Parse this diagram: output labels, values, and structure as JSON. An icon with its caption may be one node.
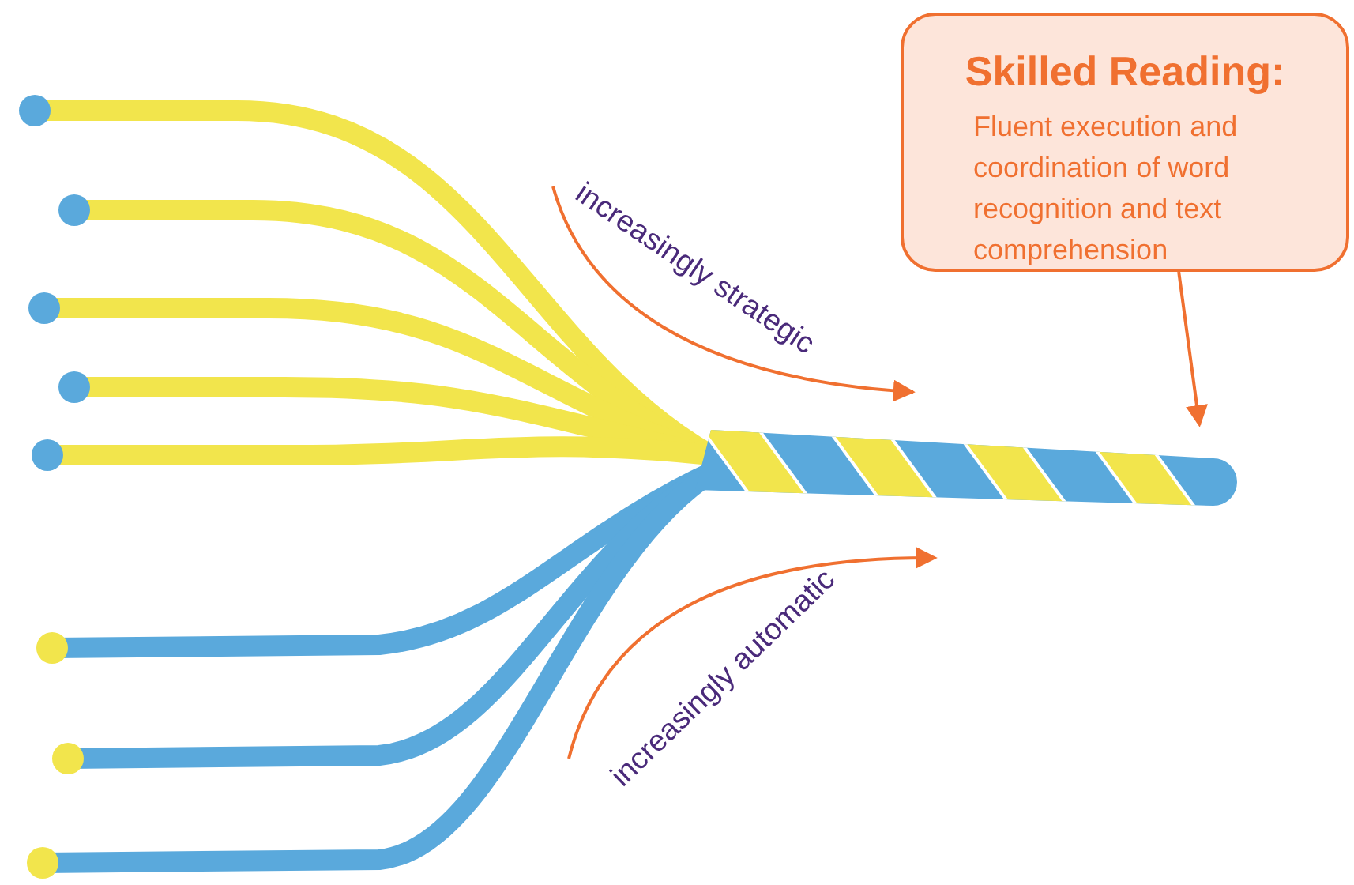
{
  "diagram": {
    "nodes": [
      {
        "text": [
          "Skilled Reading:",
          "Fluent execution and coordination of word recognition and text comprehension"
        ]
      },
      {
        "text": [],
        "shape": "picture"
      }
    ],
    "edges": [
      {
        "from": 0,
        "to": 1,
        "arrow": "to"
      }
    ],
    "labels": [
      "increasingly strategic",
      "increasingly automatic"
    ]
  }
}
